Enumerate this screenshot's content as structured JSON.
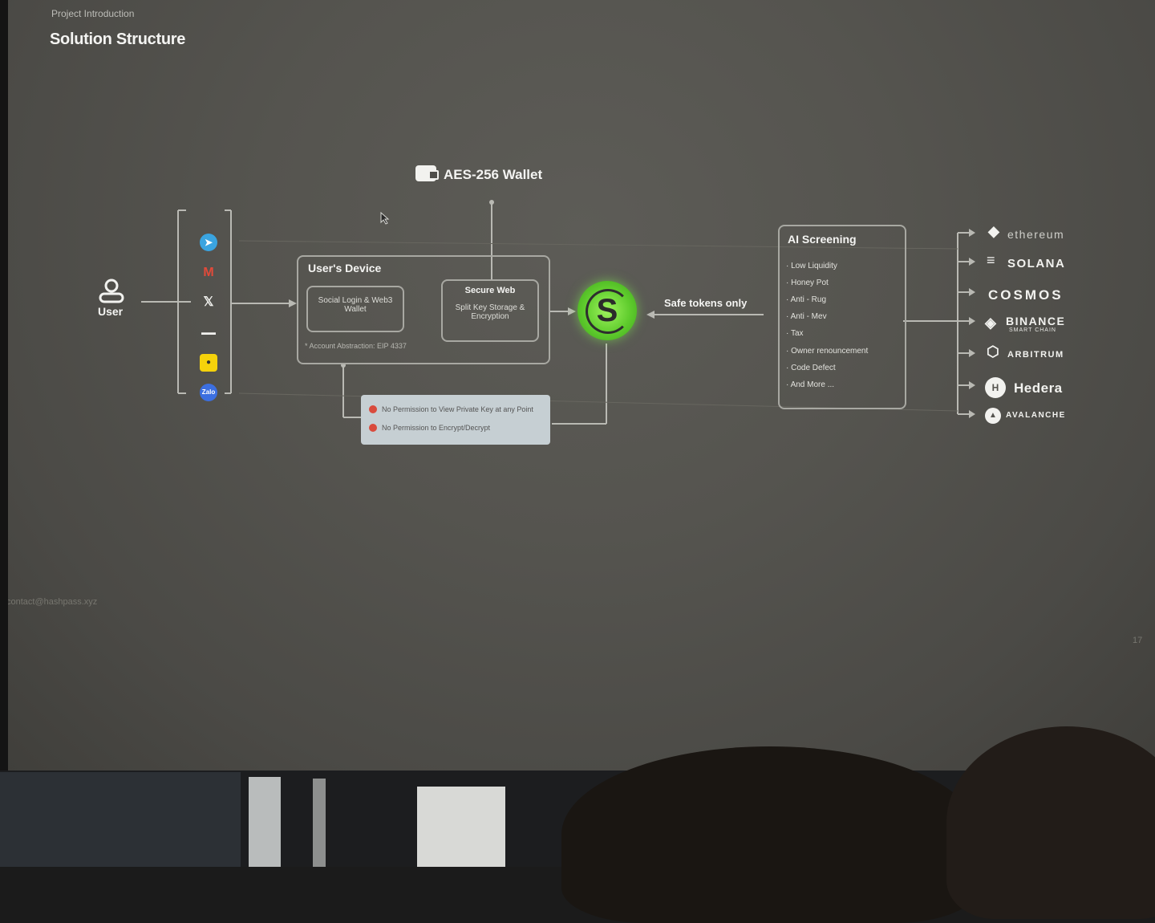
{
  "slide": {
    "section": "Project Introduction",
    "title": "Solution Structure",
    "footer": "contact@hashpass.xyz",
    "page_number": "17"
  },
  "diagram": {
    "user_label": "User",
    "wallet_label": "AES-256 Wallet",
    "device": {
      "title": "User's Device",
      "social_login": "Social Login & Web3 Wallet",
      "secure_web": "Secure Web",
      "secure_web_detail": "Split Key Storage & Encryption",
      "note": "* Account Abstraction: EIP 4337"
    },
    "safe_label": "Safe tokens only",
    "ai_screening": {
      "title": "AI Screening",
      "items": [
        "Low Liquidity",
        "Honey Pot",
        "Anti - Rug",
        "Anti - Mev",
        "Tax",
        "Owner renouncement",
        "Code Defect",
        "And More ..."
      ]
    },
    "permissions": [
      "No Permission to View Private Key at any Point",
      "No Permission to Encrypt/Decrypt"
    ],
    "login_icons": [
      "apple-icon",
      "telegram-icon",
      "gmail-icon",
      "x-icon",
      "unknown-icon",
      "kakao-icon",
      "zalo-icon"
    ],
    "chains": [
      {
        "name": "ethereum",
        "icon": "ethereum-icon"
      },
      {
        "name": "SOLANA",
        "icon": "solana-icon"
      },
      {
        "name": "COSMOS",
        "icon": "cosmos-icon"
      },
      {
        "name": "BINANCE",
        "subtitle": "SMART CHAIN",
        "icon": "binance-icon"
      },
      {
        "name": "ARBITRUM",
        "icon": "arbitrum-icon"
      },
      {
        "name": "Hedera",
        "icon": "hedera-icon"
      },
      {
        "name": "AVALANCHE",
        "icon": "avalanche-icon"
      }
    ],
    "logo_letter": "S"
  },
  "colors": {
    "screen": "#55544f",
    "accent_green": "#5fcc2d",
    "warning_red": "#d94b3d"
  }
}
